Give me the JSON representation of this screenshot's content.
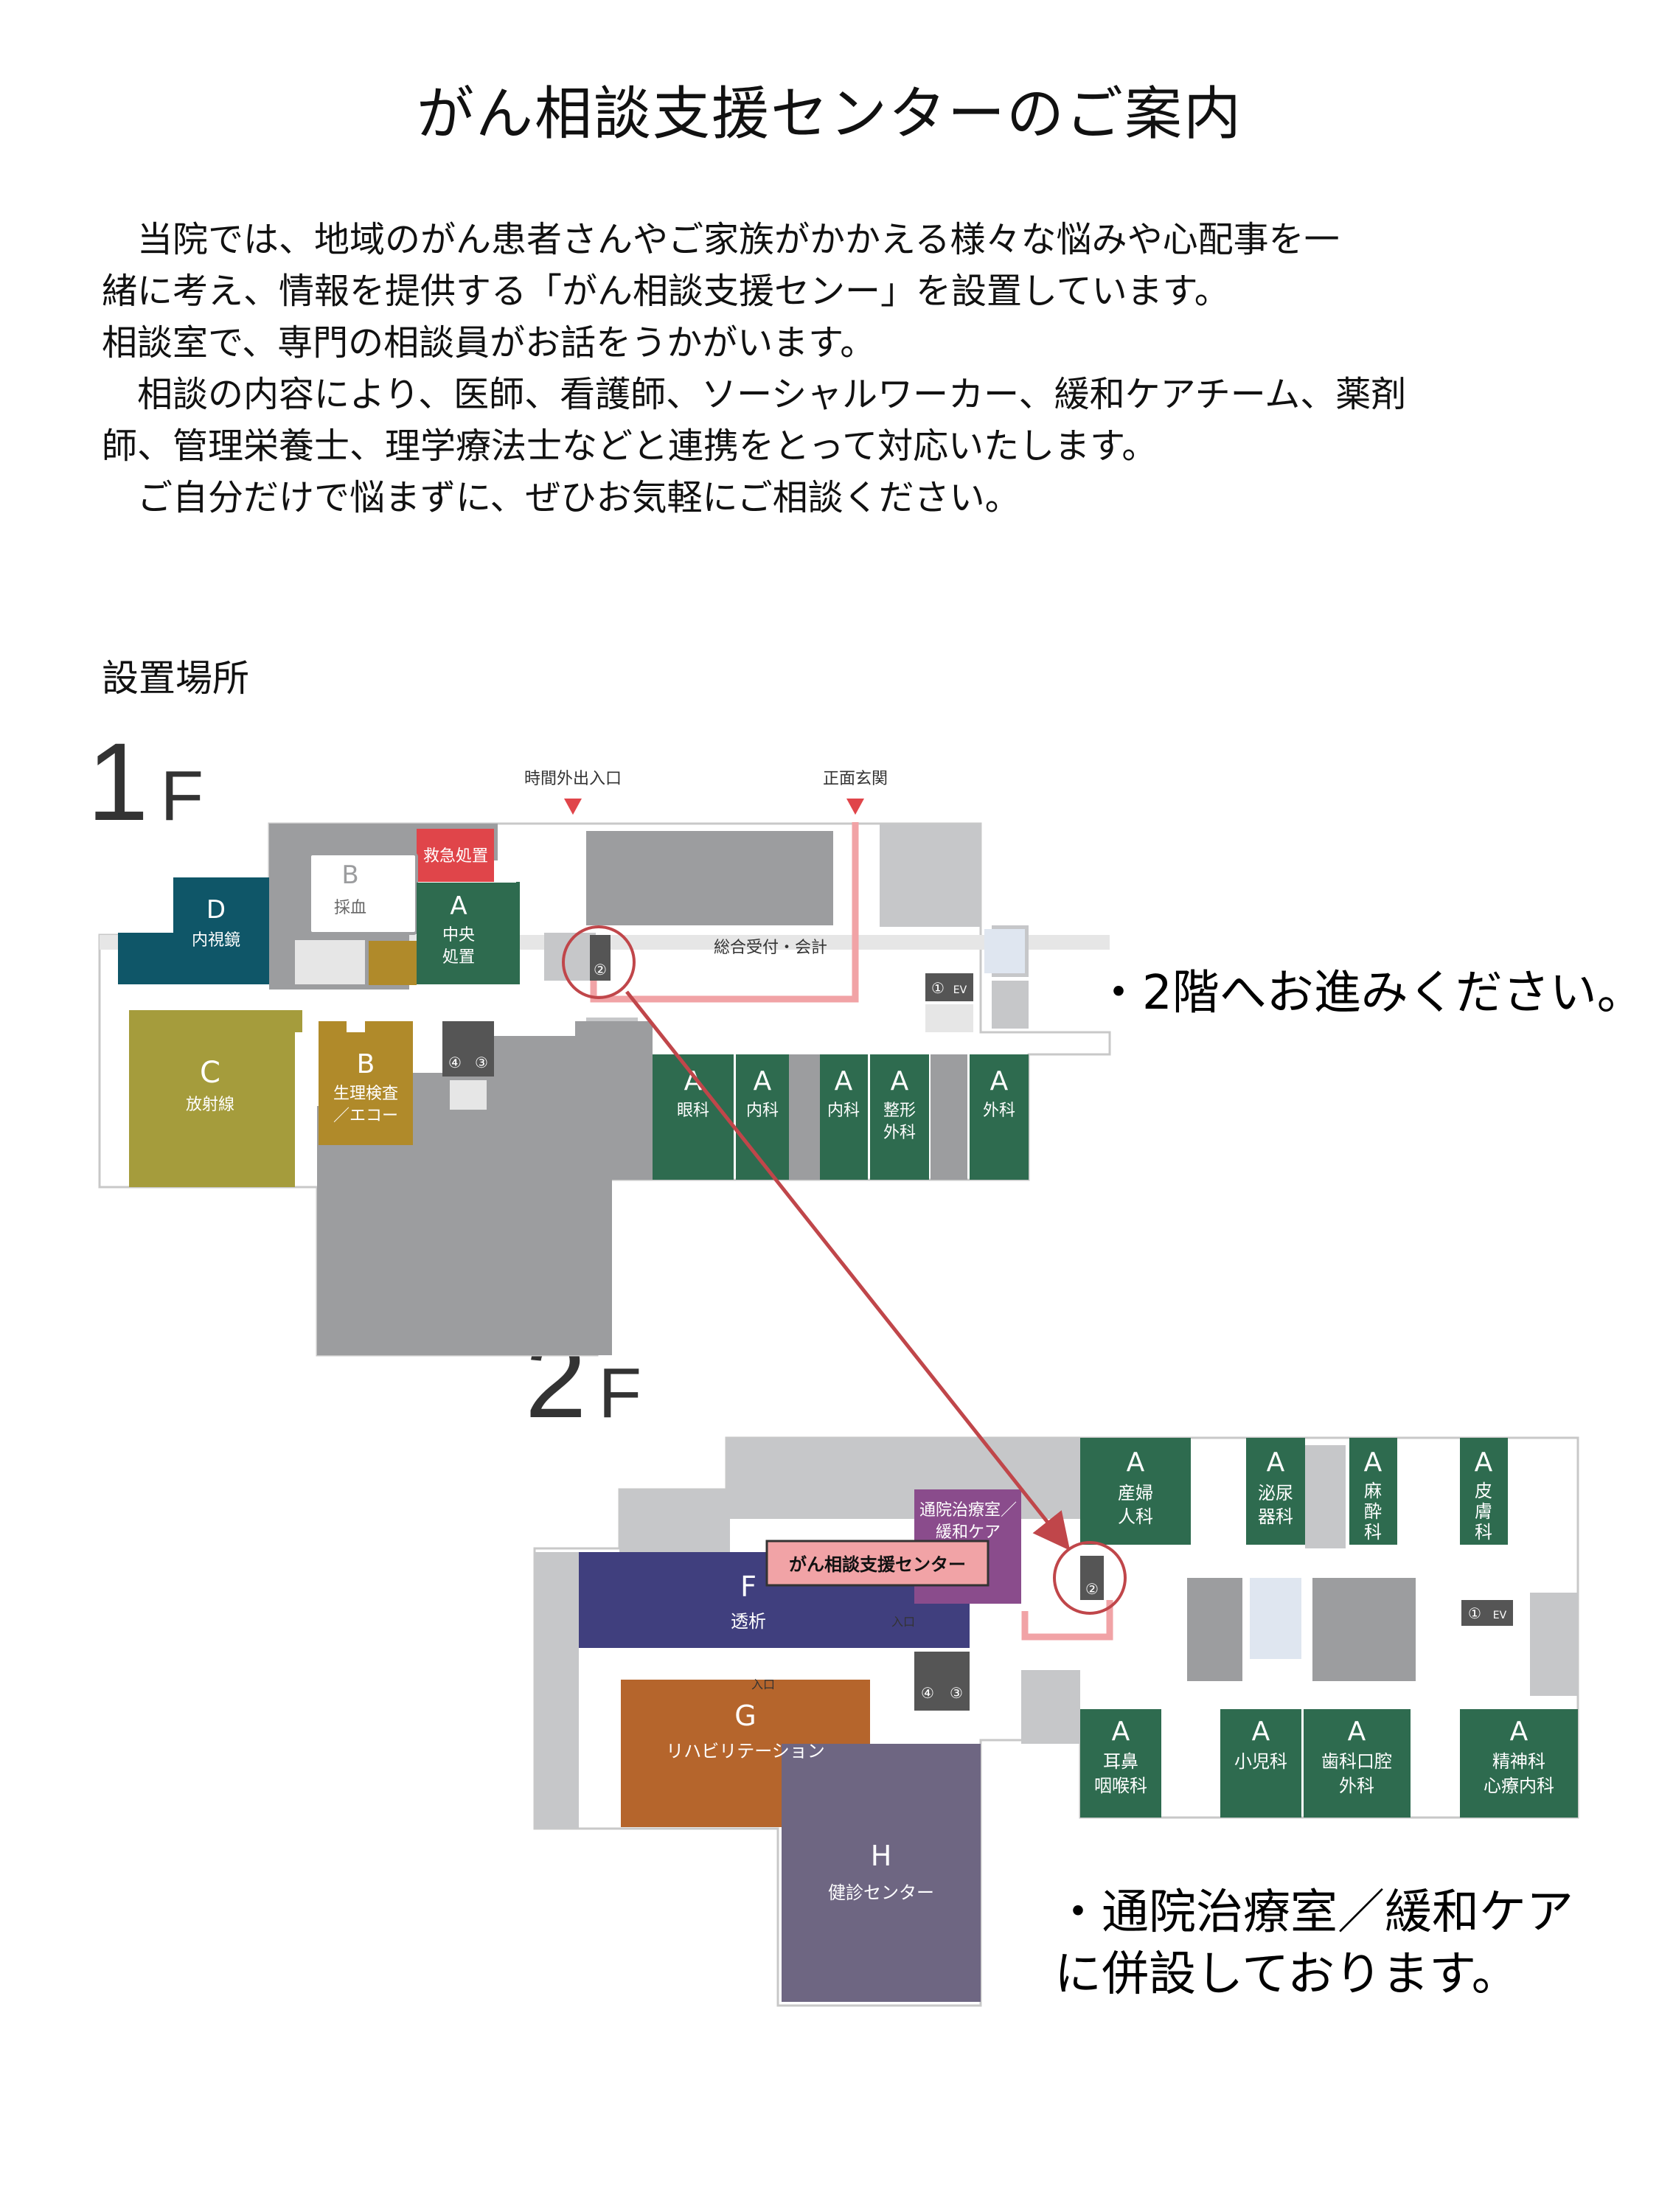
{
  "title": "がん相談支援センターのご案内",
  "intro": [
    "　当院では、地域のがん患者さんやご家族がかかえる様々な悩みや心配事を一",
    "緒に考え、情報を提供する「がん相談支援センー」を設置しています。",
    "相談室で、専門の相談員がお話をうかがいます。",
    "　相談の内容により、医師、看護師、ソーシャルワーカー、緩和ケアチーム、薬剤",
    "師、管理栄養士、理学療法士などと連携をとって対応いたします。",
    "　ご自分だけで悩まずに、ぜひお気軽にご相談ください。"
  ],
  "location_label": "設置場所",
  "floor1": {
    "number": "1",
    "unit": "F",
    "entrance_time": "時間外出入口",
    "entrance_main": "正面玄関",
    "reception": "総合受付・会計",
    "rooms": {
      "emergency": "救急処置",
      "d": {
        "letter": "D",
        "name": "内視鏡"
      },
      "b_blood": {
        "letter": "B",
        "name": "採血"
      },
      "a_central": {
        "letter": "A",
        "name1": "中央",
        "name2": "処置"
      },
      "c": {
        "letter": "C",
        "name": "放射線"
      },
      "b_test": {
        "letter": "B",
        "name1": "生理検査",
        "name2": "／エコー"
      },
      "a_eye": {
        "letter": "A",
        "name": "眼科"
      },
      "a_int1": {
        "letter": "A",
        "name": "内科"
      },
      "a_int2": {
        "letter": "A",
        "name": "内科"
      },
      "a_ortho": {
        "letter": "A",
        "name1": "整形",
        "name2": "外科"
      },
      "a_surg": {
        "letter": "A",
        "name": "外科"
      }
    },
    "elevators": {
      "two": "②",
      "four": "④",
      "three": "③",
      "one": "①",
      "ev": "EV"
    }
  },
  "floor2": {
    "number": "2",
    "unit": "F",
    "center_label": "がん相談支援センター",
    "entrance": "入口",
    "rooms": {
      "outpatient": {
        "name1": "通院治療室／",
        "name2": "緩和ケア"
      },
      "f": {
        "letter": "F",
        "name": "透析"
      },
      "g": {
        "letter": "G",
        "name": "リハビリテーション"
      },
      "h": {
        "letter": "H",
        "name": "健診センター"
      },
      "a_obgyn": {
        "letter": "A",
        "name1": "産婦",
        "name2": "人科"
      },
      "a_uro": {
        "letter": "A",
        "name1": "泌尿",
        "name2": "器科"
      },
      "a_anes": {
        "letter": "A",
        "name1": "麻",
        "name2": "酔",
        "name3": "科"
      },
      "a_derm": {
        "letter": "A",
        "name1": "皮",
        "name2": "膚",
        "name3": "科"
      },
      "a_ent": {
        "letter": "A",
        "name1": "耳鼻",
        "name2": "咽喉科"
      },
      "a_ped": {
        "letter": "A",
        "name": "小児科"
      },
      "a_dent": {
        "letter": "A",
        "name1": "歯科口腔",
        "name2": "外科"
      },
      "a_psy": {
        "letter": "A",
        "name1": "精神科",
        "name2": "心療内科"
      }
    },
    "elevators": {
      "two": "②",
      "four": "④",
      "three": "③",
      "one": "①",
      "ev": "EV"
    }
  },
  "notes": {
    "floor1": "・2階へお進みください。",
    "floor2_line1": "・通院治療室／緩和ケア",
    "floor2_line2": "に併設しております。"
  },
  "colors": {
    "green": "#2e6b4f",
    "teal": "#0f5668",
    "olive": "#a59c3c",
    "mustard": "#b08a2a",
    "red": "#e0454a",
    "navy": "#403f7e",
    "orange": "#b5652c",
    "purple": "#6e6682",
    "magenta": "#8a4c8c",
    "gray": "#9c9d9f",
    "lightgray": "#c6c7c9",
    "arrow": "#c0464a",
    "pink": "#f1a3a6"
  }
}
